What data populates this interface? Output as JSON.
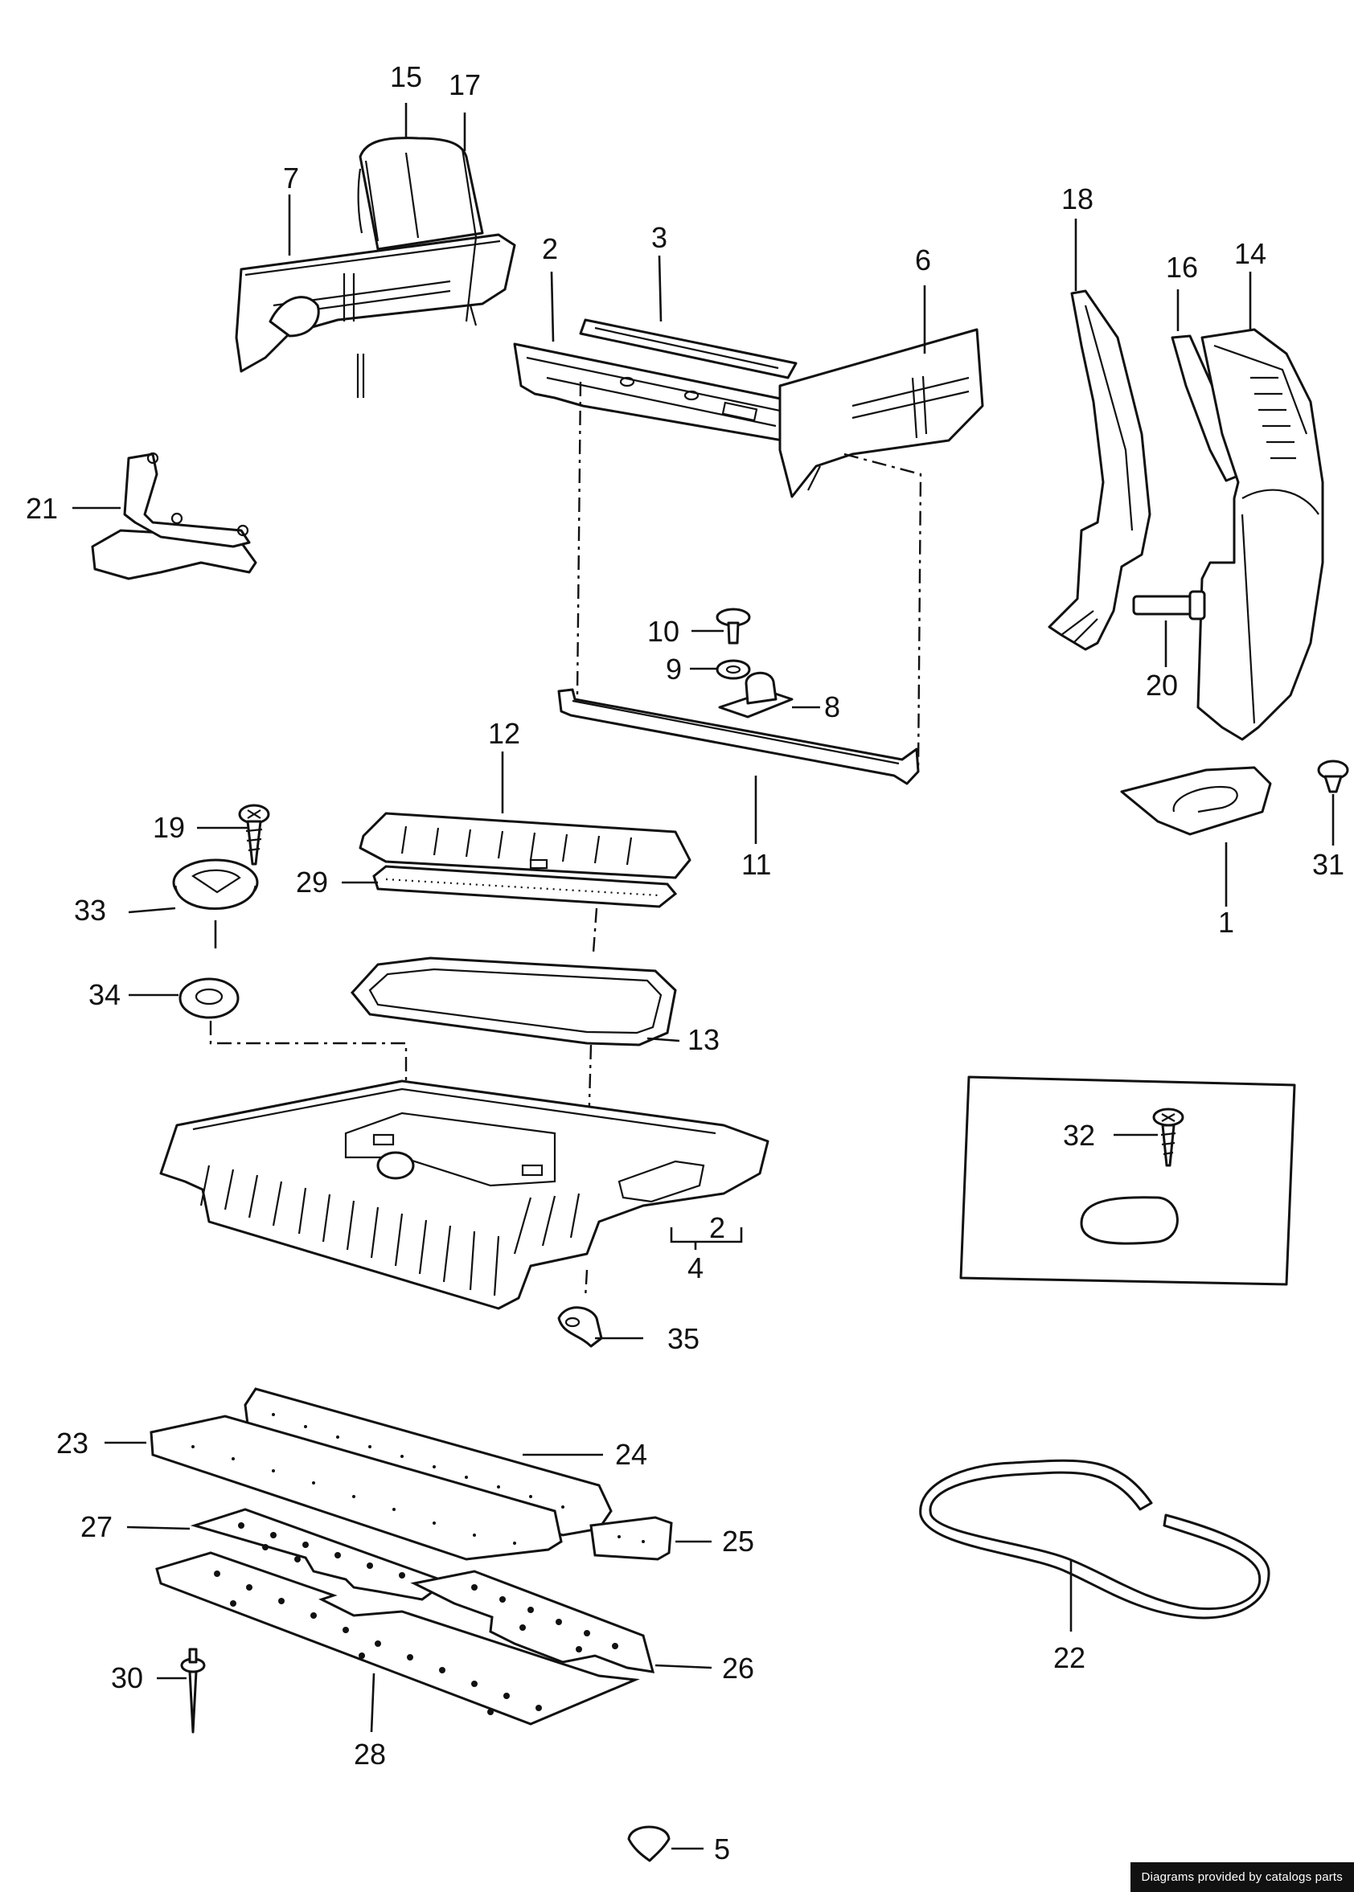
{
  "callouts": {
    "c1": "1",
    "c2a": "2",
    "c2b": "2",
    "c3": "3",
    "c4": "4",
    "c5": "5",
    "c6": "6",
    "c7": "7",
    "c8": "8",
    "c9": "9",
    "c10": "10",
    "c11": "11",
    "c12": "12",
    "c13": "13",
    "c14": "14",
    "c15": "15",
    "c16": "16",
    "c17": "17",
    "c18": "18",
    "c19": "19",
    "c20": "20",
    "c21": "21",
    "c22": "22",
    "c23": "23",
    "c24": "24",
    "c25": "25",
    "c26": "26",
    "c27": "27",
    "c28": "28",
    "c29": "29",
    "c30": "30",
    "c31": "31",
    "c32": "32",
    "c33": "33",
    "c34": "34",
    "c35": "35"
  },
  "footer": {
    "credit": "Diagrams provided by catalogs parts"
  }
}
